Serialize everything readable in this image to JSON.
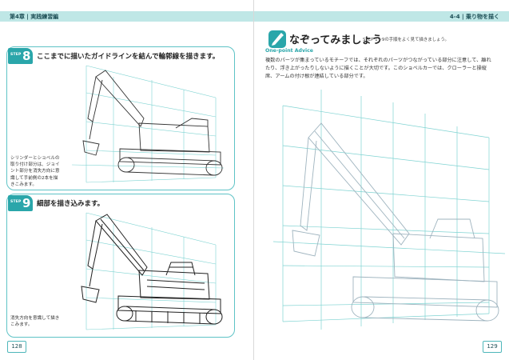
{
  "left_page": {
    "chapter_label": "第4章 | 実践練習編",
    "steps": [
      {
        "badge_word": "STEP",
        "number": "8",
        "title": "ここまでに描いたガイドラインを結んで輪郭線を描きます。",
        "caption": "シリンダーとショベルの取り付け部分は、ジョイント部分を消失方向に意識して手前側の2本を描きこみます。"
      },
      {
        "badge_word": "STEP",
        "number": "9",
        "title": "細部を描き込みます。",
        "caption": "消失方向を意識して描きこみます。"
      }
    ],
    "page_number": "128"
  },
  "right_page": {
    "chapter_label": "4-4 | 乗り物を描く",
    "title": "なぞってみましょう",
    "subtitle": "STEP 1〜9の手順をよく見て描きましょう。",
    "advice_heading": "One-point Advice",
    "advice_text": "複数のパーツが集まっているモチーフでは、それぞれのパーツがつながっている部分に注意して、離れたり、浮き上がったりしないように描くことが大切です。このショベルカーでは、クローラーと操縦席、アームの付け根が連結している部分です。",
    "page_number": "129"
  },
  "colors": {
    "accent": "#2aa6aa",
    "header_band": "#bfe7e6",
    "guide_line": "#7fd3d2"
  }
}
